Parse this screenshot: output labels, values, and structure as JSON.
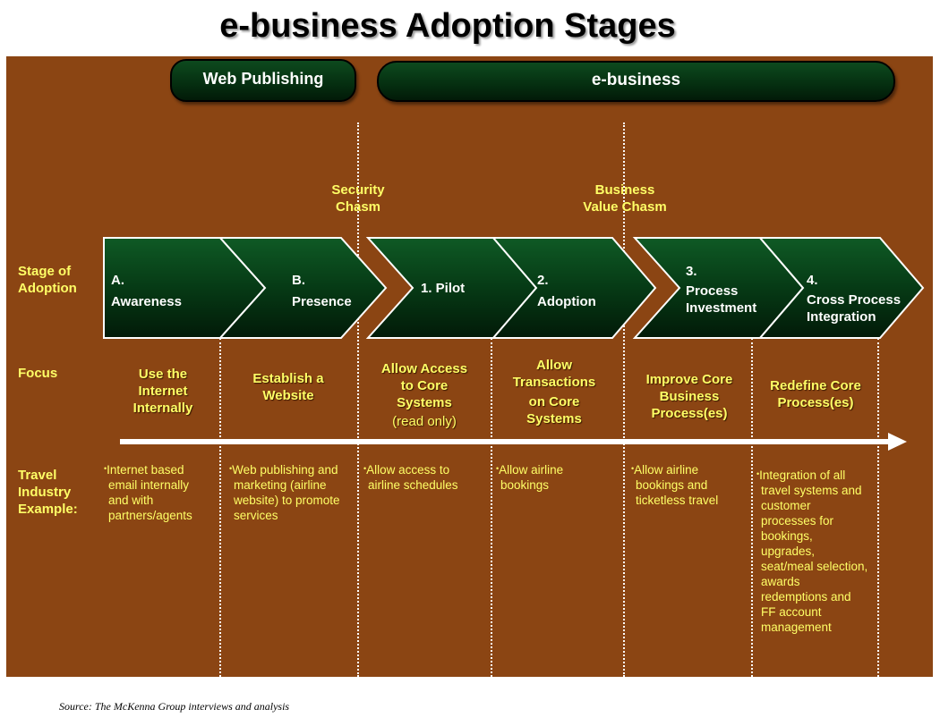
{
  "title": "e-business Adoption Stages",
  "phases": {
    "web_publishing": "Web Publishing",
    "e_business": "e-business"
  },
  "chasms": {
    "security_line1": "Security",
    "security_line2": "Chasm",
    "business_line1": "Business",
    "business_line2": "Value Chasm"
  },
  "row_labels": {
    "stage_line1": "Stage of",
    "stage_line2": "Adoption",
    "focus": "Focus",
    "travel_line1": "Travel",
    "travel_line2": "Industry",
    "travel_line3": "Example:"
  },
  "stages": [
    {
      "line1": "A.",
      "line2": "Awareness"
    },
    {
      "line1": "B.",
      "line2": "Presence"
    },
    {
      "line1": "1. Pilot"
    },
    {
      "line1": "2.",
      "line2": "Adoption"
    },
    {
      "line1": "3.",
      "line2": "Process",
      "line3": "Investment"
    },
    {
      "line1": "4.",
      "line2": "Cross Process",
      "line3": "Integration"
    }
  ],
  "focus": [
    {
      "line1": "Use the",
      "line2": "Internet",
      "line3": "Internally"
    },
    {
      "line1": "Establish a",
      "line2": "Website"
    },
    {
      "line1": "Allow Access",
      "line2": "to Core",
      "line3": "Systems",
      "note": "(read only)"
    },
    {
      "line1": "Allow",
      "line2": "Transactions",
      "line3": "on Core",
      "line4": "Systems"
    },
    {
      "line1": "Improve Core",
      "line2": "Business",
      "line3": "Process(es)"
    },
    {
      "line1": "Redefine Core",
      "line2": "Process(es)"
    }
  ],
  "examples": [
    {
      "bullet": "•",
      "lines": [
        "Internet based",
        "email internally",
        "and with",
        "partners/agents"
      ]
    },
    {
      "bullet": "•",
      "lines": [
        "Web publishing and",
        "marketing (airline",
        "website) to promote",
        "services"
      ]
    },
    {
      "bullet": "•",
      "lines": [
        "Allow access to",
        "airline schedules"
      ]
    },
    {
      "bullet": "•",
      "lines": [
        "Allow airline",
        "bookings"
      ]
    },
    {
      "bullet": "•",
      "lines": [
        "Allow airline",
        "bookings and",
        "ticketless travel"
      ]
    },
    {
      "bullet": "•",
      "lines": [
        "Integration of all",
        "travel systems and",
        "customer",
        "processes for",
        "bookings,",
        "upgrades,",
        "seat/meal selection,",
        "awards",
        "redemptions and",
        "FF account",
        "management"
      ]
    }
  ],
  "source": "Source: The McKenna Group interviews and analysis",
  "colors": {
    "panel": "#8b4513",
    "chevron_dark": "#052e10",
    "text_yellow": "#ffff66",
    "text_white": "#ffffff"
  }
}
